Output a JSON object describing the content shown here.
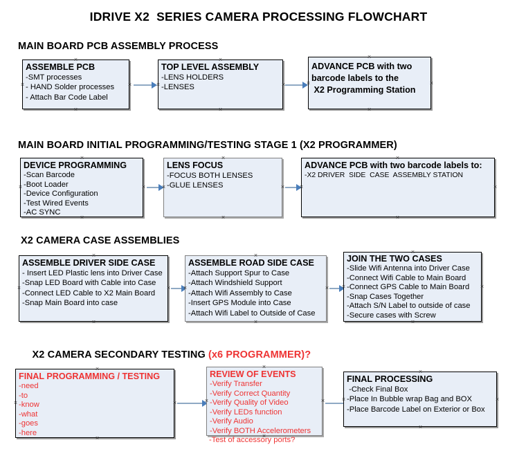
{
  "document": {
    "title": "IDRIVE X2  SERIES CAMERA PROCESSING FLOWCHART",
    "accent_color": "#ee3333",
    "box_fill": "#e8eef7",
    "connector_color": "#8fa9c4",
    "arrow_color": "#4a7ebb"
  },
  "sections": [
    {
      "heading": "MAIN BOARD PCB ASSEMBLY PROCESS",
      "heading_accent": "",
      "nodes": [
        {
          "title": "ASSEMBLE PCB",
          "lines": [
            "-SMT processes",
            "- HAND Solder processes",
            "- Attach Bar Code Label"
          ]
        },
        {
          "title": "TOP LEVEL ASSEMBLY",
          "lines": [
            "-LENS HOLDERS",
            "-LENSES"
          ]
        },
        {
          "title_lines": [
            "ADVANCE PCB with two",
            "barcode labels to the",
            " X2 Programming Station"
          ],
          "lines": []
        }
      ]
    },
    {
      "heading": "MAIN BOARD INITIAL PROGRAMMING/TESTING STAGE 1 (X2 PROGRAMMER)",
      "heading_accent": "",
      "nodes": [
        {
          "title": "DEVICE PROGRAMMING",
          "lines": [
            "-Scan Barcode",
            "-Boot Loader",
            "-Device Configuration",
            "-Test Wired Events",
            "-AC SYNC"
          ]
        },
        {
          "title": "LENS FOCUS",
          "lines": [
            "-FOCUS BOTH LENSES",
            "-GLUE LENSES"
          ]
        },
        {
          "title": "ADVANCE PCB with two barcode labels to:",
          "lines": [
            "-X2 DRIVER  SIDE  CASE  ASSEMBLY STATION"
          ]
        }
      ]
    },
    {
      "heading": "X2 CAMERA CASE ASSEMBLIES",
      "heading_accent": "",
      "nodes": [
        {
          "title": "ASSEMBLE DRIVER SIDE CASE",
          "lines": [
            "- Insert LED Plastic lens into Driver Case",
            "-Snap LED Board with Cable into Case",
            "-Connect LED Cable to X2 Main Board",
            "-Snap Main Board into case"
          ]
        },
        {
          "title": "ASSEMBLE ROAD SIDE CASE",
          "lines": [
            "-Attach Support Spur to Case",
            "-Attach Windshield Support",
            "-Attach Wifi Assembly to Case",
            "-Insert GPS Module into Case",
            "-Attach Wifi Label to Outside of Case"
          ]
        },
        {
          "title": "JOIN THE TWO CASES",
          "lines": [
            "-Slide Wifi Antenna into Driver Case",
            "-Connect Wifi Cable to Main Board",
            "-Connect GPS Cable to Main Board",
            "-Snap Cases Together",
            "-Attach S/N Label to outside of case",
            "-Secure cases with Screw"
          ]
        }
      ]
    },
    {
      "heading": "X2 CAMERA SECONDARY TESTING ",
      "heading_accent": "(x6 PROGRAMMER)?",
      "nodes": [
        {
          "title": "FINAL PROGRAMMING / TESTING",
          "lines": [
            "-need",
            "-to",
            "-know",
            "-what",
            "-goes",
            "-here"
          ]
        },
        {
          "title": "REVIEW OF EVENTS",
          "lines": [
            "-Verify Transfer",
            "-Verify Correct Quantity",
            "-Verify Quality of Video",
            "-Verify LEDs function",
            "-Verify Audio",
            "-Verify BOTH Accelerometers"
          ],
          "overflow_line": "-Test of accessory ports?"
        },
        {
          "title": "FINAL PROCESSING",
          "lines": [
            " -Check Final Box",
            "-Place In Bubble wrap Bag and BOX",
            "-Place Barcode Label on Exterior or Box"
          ]
        }
      ]
    }
  ]
}
